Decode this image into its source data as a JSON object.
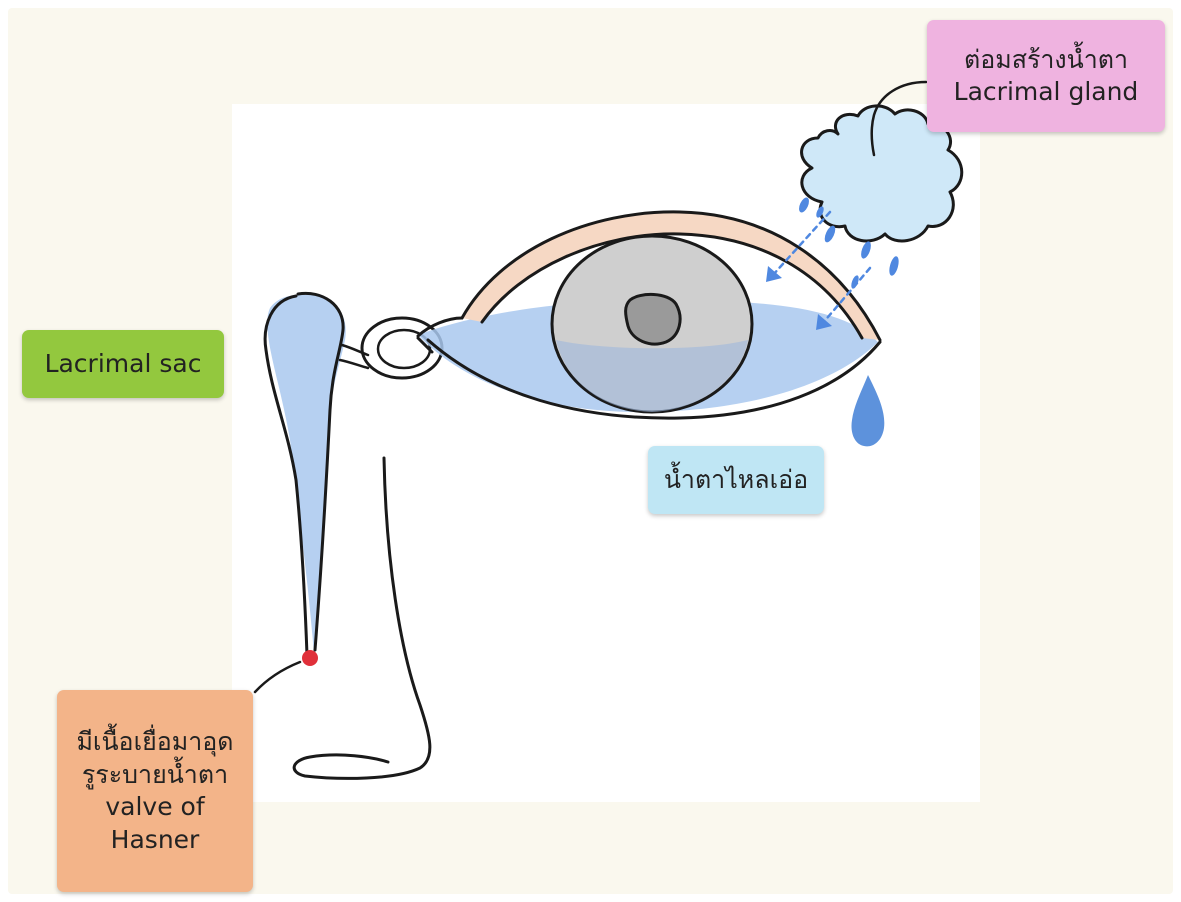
{
  "labels": {
    "lacrimal_gland": {
      "line1": "ต่อมสร้างน้ำตา",
      "line2": "Lacrimal gland"
    },
    "lacrimal_sac": {
      "text": "Lacrimal sac"
    },
    "tears": {
      "text": "น้ำตาไหลเอ่อ"
    },
    "valve": {
      "line1": "มีเนื้อเยื่อมาอุด",
      "line2": "รูระบายน้ำตา",
      "line3": "valve of",
      "line4": "Hasner"
    }
  },
  "colors": {
    "background": "#faf8ee",
    "gland_label": "#efb3e0",
    "sac_label": "#93c83e",
    "tears_label": "#bfe6f4",
    "valve_label": "#f3b489",
    "tear_fluid": "#a9c8ef",
    "iris": "#cfcfcf",
    "obstruction_dot": "#e0303a"
  }
}
